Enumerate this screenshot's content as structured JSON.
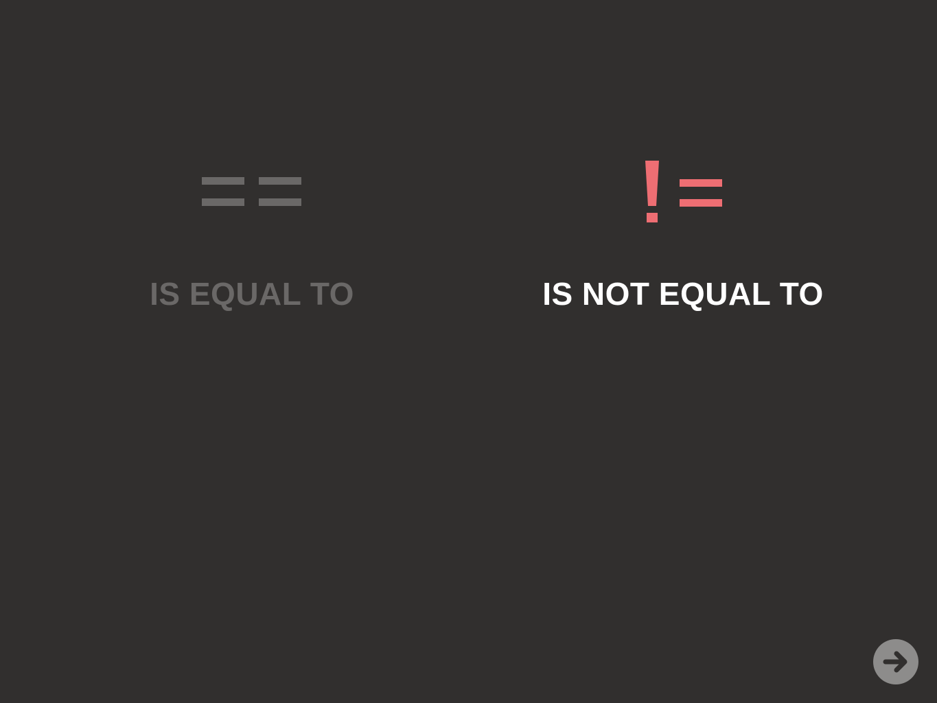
{
  "operators": [
    {
      "id": "equal",
      "symbol": "==",
      "label": "IS EQUAL TO",
      "state": "inactive",
      "color": "#6a6867"
    },
    {
      "id": "not-equal",
      "symbol": "!=",
      "label": "IS NOT EQUAL TO",
      "state": "active",
      "symbol_color": "#ee6e73",
      "label_color": "#ffffff"
    }
  ],
  "navigation": {
    "next_icon": "arrow-right-icon",
    "button_color": "#8d8c8b",
    "icon_color": "#312f2e"
  },
  "colors": {
    "background": "#312f2e"
  }
}
